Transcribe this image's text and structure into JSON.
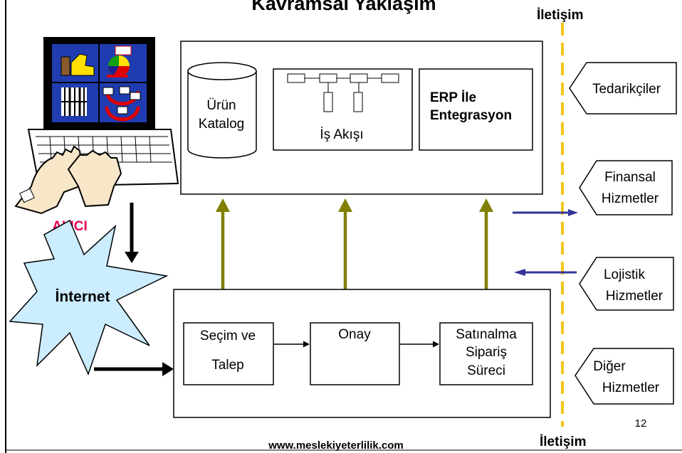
{
  "title": "Kavramsal Yaklaşım",
  "buyer": {
    "label": "ALICI"
  },
  "internet": {
    "label": "İnternet"
  },
  "system": {
    "catalog": {
      "line1": "Ürün",
      "line2": "Katalog"
    },
    "workflow": {
      "label": "İş Akışı"
    },
    "erp": {
      "line1": "ERP İle",
      "line2": "Entegrasyon"
    }
  },
  "process": {
    "selection": {
      "line1": "Seçim ve",
      "line2": "Talep"
    },
    "approval": {
      "label": "Onay"
    },
    "purchase": {
      "line1": "Satınalma",
      "line2": "Sipariş",
      "line3": "Süreci"
    }
  },
  "communication": {
    "top": "İletişim",
    "bottom": "İletişim"
  },
  "partners": [
    {
      "line1": "Tedarikçiler",
      "line2": ""
    },
    {
      "line1": "Finansal",
      "line2": "Hizmetler"
    },
    {
      "line1": "Lojistik",
      "line2": "Hizmetler"
    },
    {
      "line1": "Diğer",
      "line2": "Hizmetler"
    }
  ],
  "footer": {
    "website": "www.meslekiyeterlilik.com",
    "page_number": "12"
  },
  "colors": {
    "olive_arrow": "#808000",
    "blue_arrow": "#333399",
    "dashed_line": "#F5C518",
    "buyer_label": "#E8005A",
    "internet_fill": "#CCECFF"
  },
  "icons": [
    "computer-monitor-icon",
    "keyboard-icon",
    "typing-hands-icon"
  ]
}
